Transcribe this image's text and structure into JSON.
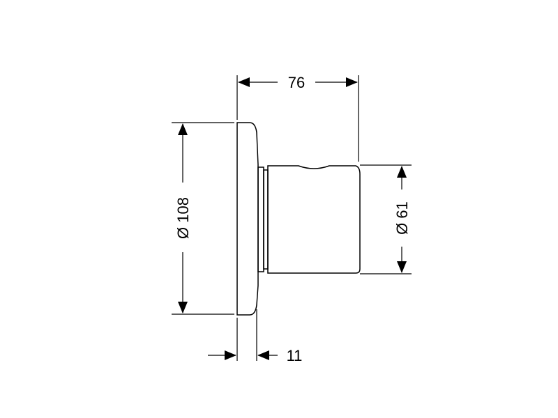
{
  "dimensions": {
    "overall_depth": "76",
    "plate_diameter": "Ø 108",
    "handle_diameter": "Ø 61",
    "plate_depth": "11"
  },
  "colors": {
    "line": "#000000",
    "background": "#ffffff"
  }
}
